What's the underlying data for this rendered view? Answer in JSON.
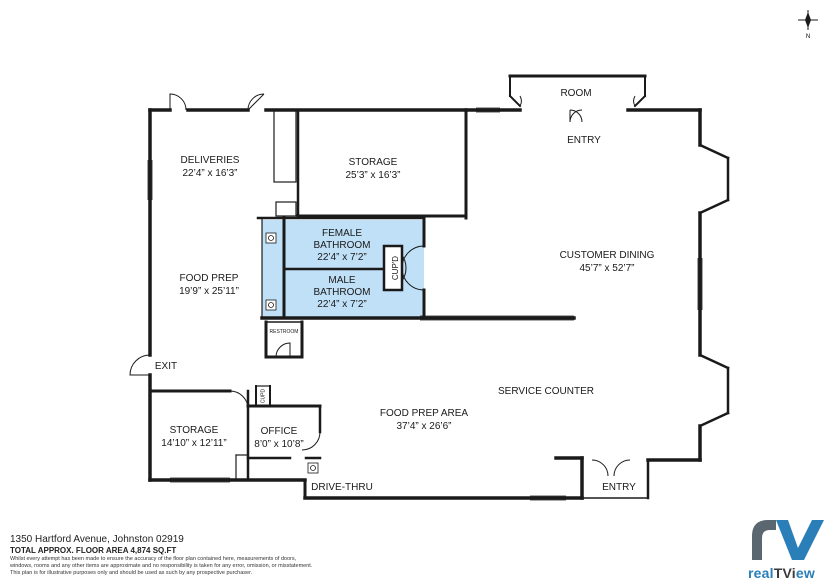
{
  "rooms": {
    "deliveries": {
      "name": "DELIVERIES",
      "dims": "22’4” x 16’3”"
    },
    "storage_top": {
      "name": "STORAGE",
      "dims": "25’3” x 16’3”"
    },
    "female_bath": {
      "name1": "FEMALE",
      "name2": "BATHROOM",
      "dims": "22’4” x 7’2”"
    },
    "male_bath": {
      "name1": "MALE",
      "name2": "BATHROOM",
      "dims": "22’4” x 7’2”"
    },
    "cupd": "CUP'D",
    "food_prep": {
      "name": "FOOD PREP",
      "dims": "19’9” x 25’11”"
    },
    "restroom": "RESTROOM",
    "exit": "EXIT",
    "customer_dining": {
      "name": "CUSTOMER DINING",
      "dims": "45’7” x 52’7”"
    },
    "room": "ROOM",
    "entry_top": "ENTRY",
    "service_counter": "SERVICE COUNTER",
    "food_prep_area": {
      "name": "FOOD PREP AREA",
      "dims": "37’4” x 26’6”"
    },
    "storage_bottom": {
      "name": "STORAGE",
      "dims": "14’10” x 12’11”"
    },
    "cupd_small": "CUPD",
    "office": {
      "name": "OFFICE",
      "dims": "8’0” x 10’8”"
    },
    "drive_thru": "DRIVE-THRU",
    "entry_bottom": "ENTRY"
  },
  "footer": {
    "address": "1350 Hartford Avenue, Johnston 02919",
    "total_area": "TOTAL APPROX. FLOOR AREA 4,874 SQ.FT",
    "disclaimer1": "Whilst every attempt has been made to ensure the accuracy of the floor plan contained here, measurements of doors,",
    "disclaimer2": "windows, rooms and any other items are approximate and no responsibility is taken for any error, omission, or misstatement.",
    "disclaimer3": "This plan is for illustrative purposes only and should be used as such by any prospective purchaser."
  },
  "compass": {
    "label": "N"
  },
  "brand": {
    "name_a": "real",
    "name_b": "TVi",
    "name_c": "ew"
  },
  "colors": {
    "wall": "#1a1a1a",
    "bathroom": "#bfe0f7",
    "logo_blue": "#2a7fb8",
    "logo_grey": "#5a6670"
  }
}
